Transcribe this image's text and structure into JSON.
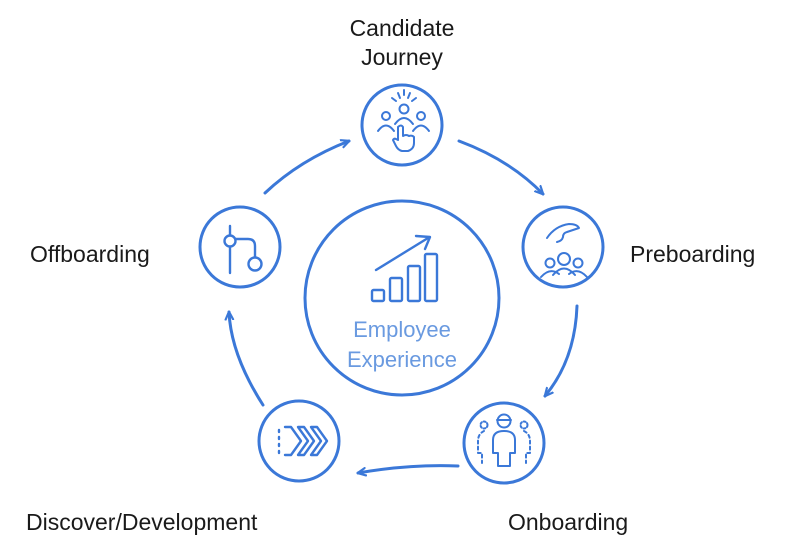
{
  "colors": {
    "stroke": "#3b78d8",
    "center_text": "#6a9ae0",
    "label_text": "#1a1a1a",
    "background": "#ffffff"
  },
  "center": {
    "title_line1": "Employee",
    "title_line2": "Experience",
    "icon": "growth-bar-chart-icon"
  },
  "stages": [
    {
      "id": "candidate-journey",
      "label_line1": "Candidate",
      "label_line2": "Journey",
      "icon": "people-pointer-icon"
    },
    {
      "id": "preboarding",
      "label_line1": "Preboarding",
      "icon": "hand-over-group-icon"
    },
    {
      "id": "onboarding",
      "label_line1": "Onboarding",
      "icon": "person-with-team-icon"
    },
    {
      "id": "discover-development",
      "label_line1": "Discover/Development",
      "icon": "forward-chevrons-icon"
    },
    {
      "id": "offboarding",
      "label_line1": "Offboarding",
      "icon": "branch-path-icon"
    }
  ]
}
